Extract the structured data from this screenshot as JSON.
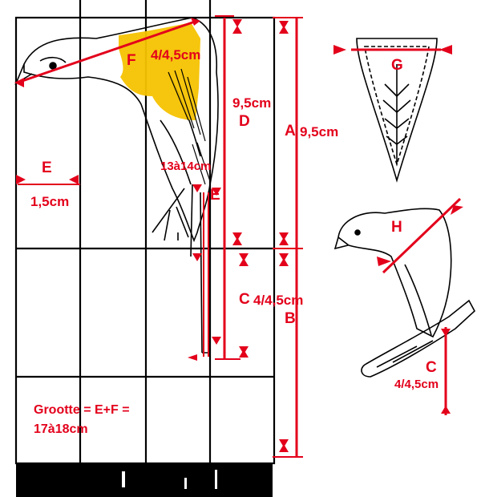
{
  "labels": {
    "f": "F",
    "f_value": "4/4,5cm",
    "d_value": "9,5cm",
    "d": "D",
    "a": "A",
    "a_value": "9,5cm",
    "e_left": "E",
    "e_value": "1,5cm",
    "range_13_14": "13à14cm",
    "e_center": "E",
    "c": "C",
    "c_value": "4/4,5cm",
    "b": "B",
    "g": "G",
    "h": "H",
    "c_right": "C",
    "c_right_value": "4/4,5cm"
  },
  "note": {
    "line1": "Grootte = E+F =",
    "line2": "17à18cm"
  },
  "colors": {
    "annotation": "#e3001b",
    "highlight": "#f6c200",
    "lines": "#000000"
  }
}
